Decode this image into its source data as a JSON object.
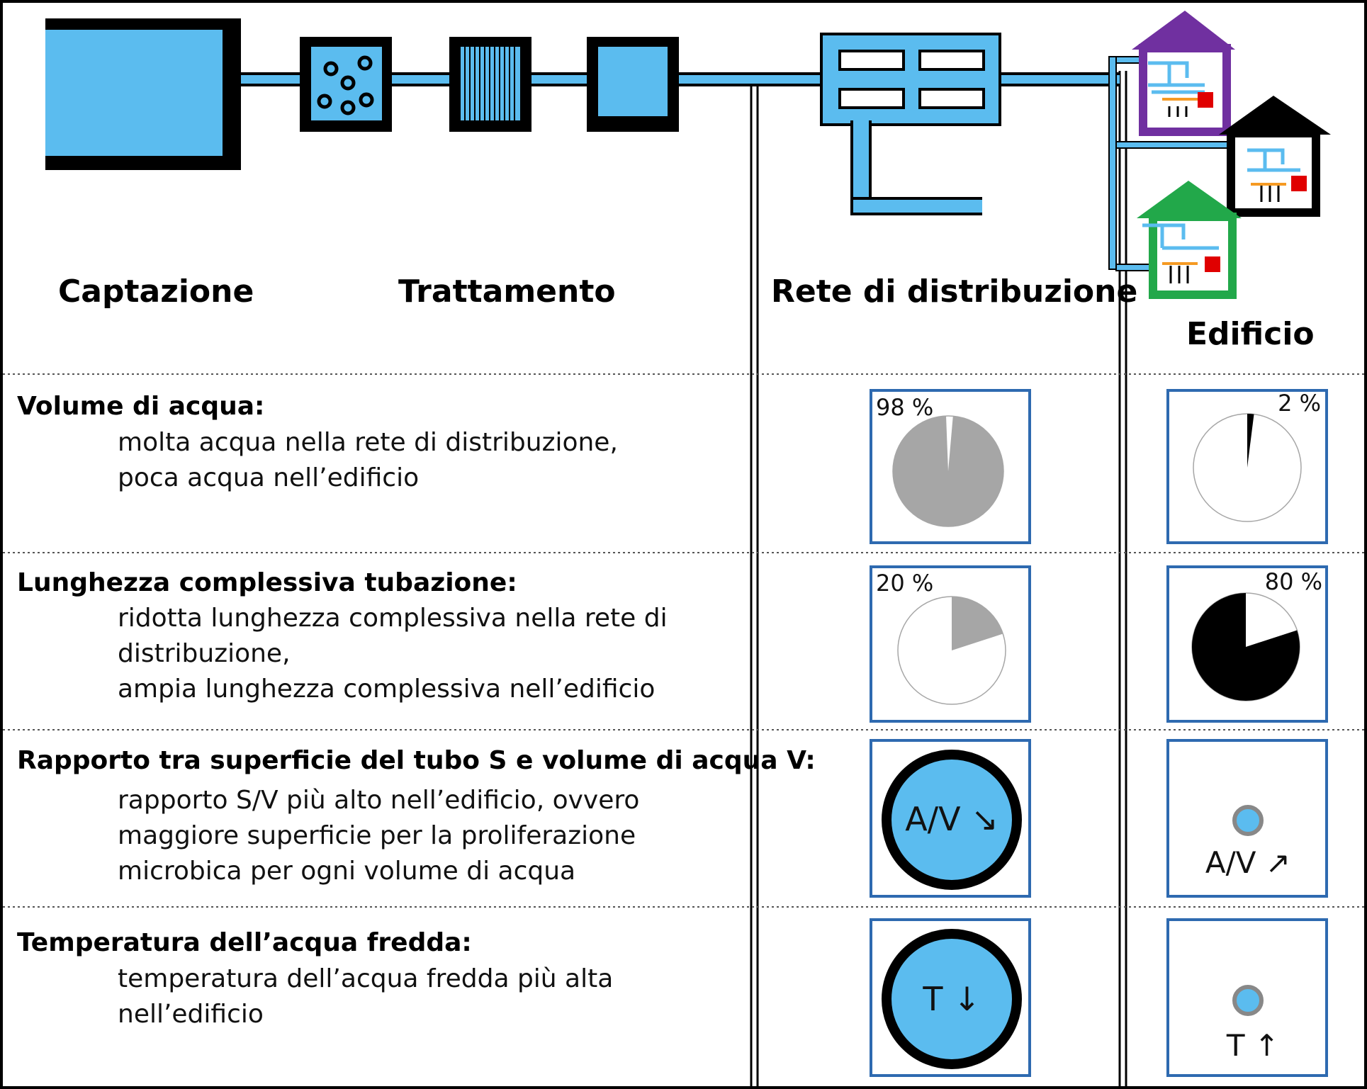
{
  "stages": {
    "captazione": "Captazione",
    "trattamento": "Trattamento",
    "rete": "Rete di distribuzione",
    "edificio": "Edificio"
  },
  "rows": [
    {
      "title": "Volume di acqua:",
      "desc": [
        "molta acqua nella rete di distribuzione,",
        "poca acqua nell’edificio"
      ],
      "rete_value": "98 %",
      "edificio_value": "2 %"
    },
    {
      "title": "Lunghezza complessiva tubazione:",
      "desc": [
        "ridotta lunghezza complessiva nella rete di",
        "distribuzione,",
        "ampia lunghezza complessiva nell’edificio"
      ],
      "rete_value": "20 %",
      "edificio_value": "80 %"
    },
    {
      "title": "Rapporto tra superficie del tubo S e volume di acqua V:",
      "desc": [
        "rapporto S/V più alto nell’edificio, ovvero",
        "maggiore superficie per la proliferazione",
        "microbica per ogni volume di acqua"
      ],
      "rete_value": "A/V ↘",
      "edificio_value": "A/V ↗"
    },
    {
      "title": "Temperatura dell’acqua fredda:",
      "desc": [
        "temperatura dell’acqua fredda più alta",
        "nell’edificio"
      ],
      "rete_value": "T ↓",
      "edificio_value": "T ↑"
    }
  ],
  "pie_values": {
    "row1_rete": 98,
    "row1_edificio": 2,
    "row2_rete": 20,
    "row2_edificio": 80
  },
  "colors": {
    "water": "#5bbcef",
    "pie_gray": "#a6a6a6",
    "box_border": "#2e6ab0",
    "house_purple": "#7030a0",
    "house_black": "#000000",
    "house_green": "#22a84a",
    "red": "#e00000"
  }
}
